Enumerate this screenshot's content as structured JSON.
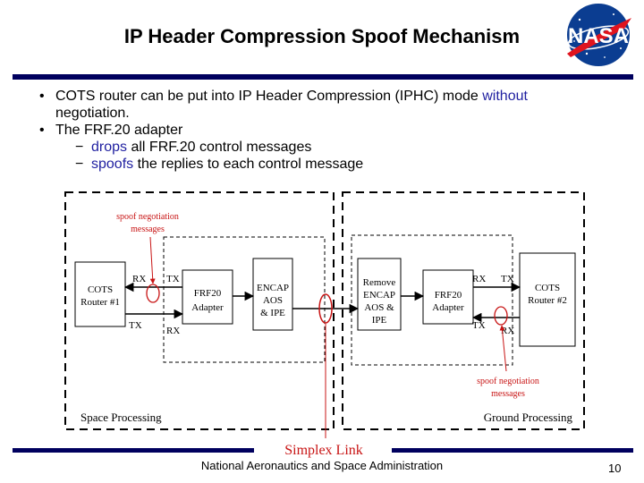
{
  "header": {
    "title": "IP Header Compression Spoof Mechanism",
    "logo_text": "NASA"
  },
  "bullets": [
    {
      "parts": [
        {
          "text": "COTS router can be put into IP Header Compression (IPHC) mode ",
          "hl": false
        },
        {
          "text": "without",
          "hl": true
        }
      ],
      "continuation": "negotiation."
    },
    {
      "parts": [
        {
          "text": "The FRF.20 adapter",
          "hl": false
        }
      ]
    }
  ],
  "sub_bullets": [
    {
      "hl": "drops",
      "rest": " all FRF.20 control messages"
    },
    {
      "hl": "spoofs",
      "rest": " the replies to each control message"
    }
  ],
  "diagram": {
    "router1": [
      "COTS",
      "Router #1"
    ],
    "adapter1": [
      "FRF20",
      "Adapter"
    ],
    "encap": [
      "ENCAP",
      "AOS",
      "& IPE"
    ],
    "remove": [
      "Remove",
      "ENCAP",
      "AOS &",
      "IPE"
    ],
    "adapter2": [
      "FRF20",
      "Adapter"
    ],
    "router2": [
      "COTS",
      "Router #2"
    ],
    "rx": "RX",
    "tx": "TX",
    "spoof_left": [
      "spoof negotiation",
      "messages"
    ],
    "spoof_right": [
      "spoof negotiation",
      "messages"
    ],
    "space_label": "Space Processing",
    "ground_label": "Ground Processing",
    "simplex_label": "Simplex Link",
    "colors": {
      "annotation": "#c81414",
      "line": "#000000",
      "dashed": "#000000"
    }
  },
  "footer": {
    "agency": "National Aeronautics and Space Administration",
    "page": "10"
  }
}
